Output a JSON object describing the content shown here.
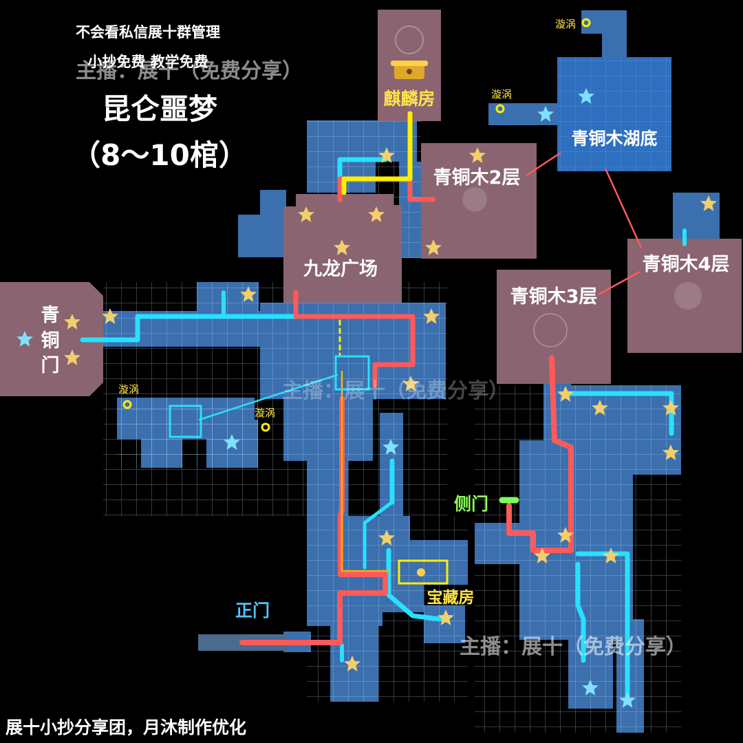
{
  "header": {
    "note1": "不会看私信展十群管理",
    "note2": "小抄免费  教学免费",
    "title": "昆仑噩梦",
    "subtitle": "（8～10棺）"
  },
  "watermark": "主播：展十（免费分享）",
  "footer": "展十小抄分享团，月沐制作优化",
  "rooms": {
    "qilin": "麒麟房",
    "bronze2": "青铜木2层",
    "lakebed": "青铜木湖底",
    "bronze4": "青铜木4层",
    "bronze3": "青铜木3层",
    "plaza": "九龙广场",
    "bronzegate": [
      "青",
      "铜",
      "门"
    ],
    "treasure": "宝藏房",
    "sidegate": "侧门",
    "maingate": "正门"
  },
  "vortex_label": "漩涡",
  "colors": {
    "room_blue": "#3b6fae",
    "room_pink": "#8a6470",
    "route_red": "#ff5a5a",
    "route_cyan": "#28e0ff",
    "route_yellow": "#ffee00",
    "star_gold": "#f2cf6b",
    "star_blue": "#7fe1ff",
    "side_green": "#7dff5a"
  }
}
